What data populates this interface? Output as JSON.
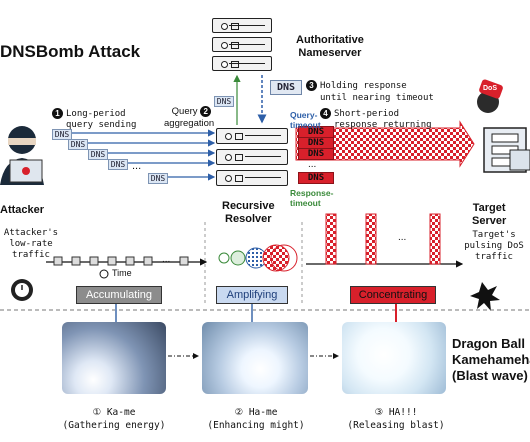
{
  "title": "DNSBomb Attack",
  "auth_ns": {
    "line1": "Authoritative",
    "line2": "Nameserver"
  },
  "resolver": {
    "line1": "Recursive",
    "line2": "Resolver"
  },
  "target": {
    "line1": "Target",
    "line2": "Server"
  },
  "attacker_label": "Attacker",
  "step1": {
    "num": "1",
    "line1": "Long-period",
    "line2": "query sending"
  },
  "step2": {
    "num": "2",
    "line1": "Query",
    "line2": "aggregation"
  },
  "step3": {
    "num": "3",
    "line1": "Holding response",
    "line2": "until nearing timeout"
  },
  "step4": {
    "num": "4",
    "line1": "Short-period",
    "line2": "response returning"
  },
  "dns_label": "DNS",
  "dots": "...",
  "query_timeout": {
    "line1": "Query-",
    "line2": "timeout"
  },
  "response_timeout": {
    "line1": "Response-",
    "line2": "timeout"
  },
  "attacker_traffic": {
    "line1": "Attacker's",
    "line2": "low-rate",
    "line3": "traffic"
  },
  "target_traffic": {
    "line1": "Target's",
    "line2": "pulsing DoS",
    "line3": "traffic"
  },
  "time_label": "Time",
  "stages": {
    "accumulating": "Accumulating",
    "amplifying": "Amplifying",
    "concentrating": "Concentrating"
  },
  "dos_label": "DoS",
  "dragon_ball": {
    "line1": "Dragon Ball",
    "line2": "Kamehameha",
    "line3": "(Blast wave)"
  },
  "captions": [
    {
      "num": "①",
      "line1": "Ka-me",
      "line2": "(Gathering energy)"
    },
    {
      "num": "②",
      "line1": "Ha-me",
      "line2": "(Enhancing might)"
    },
    {
      "num": "③",
      "line1": "HA!!!",
      "line2": "(Releasing blast)"
    }
  ],
  "colors": {
    "red": "#d8202b",
    "blue": "#2e5fa8",
    "green": "#3a8a3a",
    "accum_bg": "#8c8c8c",
    "amp_bg": "#c9d9f0",
    "conc_bg": "#d8202b"
  }
}
